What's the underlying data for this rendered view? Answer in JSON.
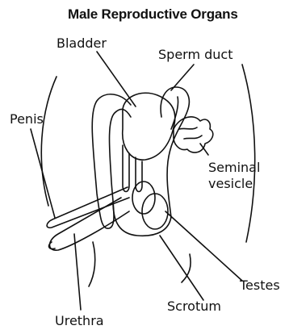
{
  "diagram": {
    "title": "Male Reproductive Organs",
    "labels": {
      "bladder": "Bladder",
      "sperm_duct": "Sperm duct",
      "penis": "Penis",
      "seminal_vesicle_line1": "Seminal",
      "seminal_vesicle_line2": "vesicle",
      "testes": "Testes",
      "scrotum": "Scrotum",
      "urethra": "Urethra"
    },
    "colors": {
      "ink": "#111111",
      "background": "#ffffff"
    }
  }
}
